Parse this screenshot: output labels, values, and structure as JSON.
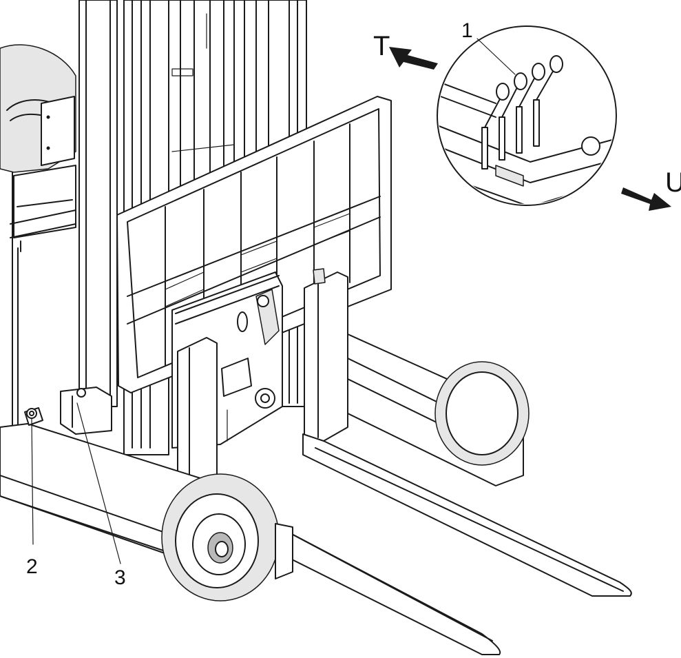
{
  "callouts": {
    "c1": "1",
    "c2": "2",
    "c3": "3",
    "dir_t": "T",
    "dir_u": "U"
  },
  "colors": {
    "line": "#1a1a1a",
    "background": "#ffffff",
    "shade": "#e6e6e6"
  }
}
